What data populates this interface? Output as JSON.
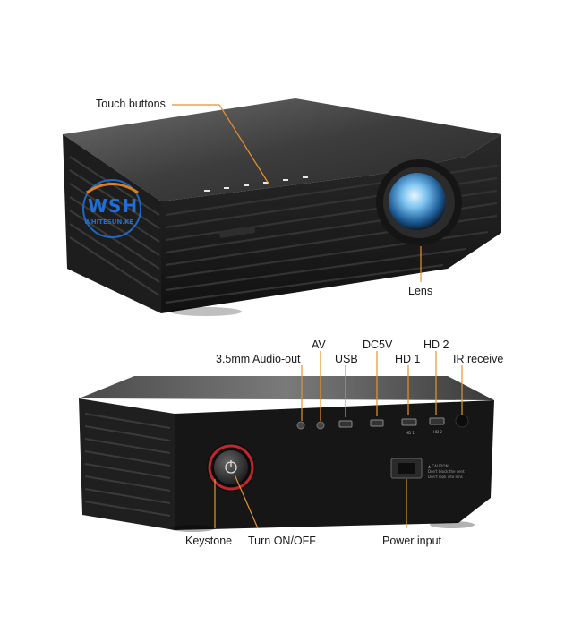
{
  "image": {
    "description_labels": {
      "touch_buttons": "Touch buttons",
      "lens": "Lens",
      "audio_out": "3.5mm Audio-out",
      "av": "AV",
      "dc5v": "DC5V",
      "usb": "USB",
      "hd1": "HD 1",
      "hd2": "HD 2",
      "ir_receive": "IR receive",
      "keystone": "Keystone",
      "power_switch": "Turn ON/OFF",
      "power_input": "Power input"
    },
    "watermark": {
      "logo_text": "WSH",
      "site_text": "WHITESUN.KE"
    },
    "accent_color": "#e8912b",
    "body_color": "#1c1c1c"
  }
}
